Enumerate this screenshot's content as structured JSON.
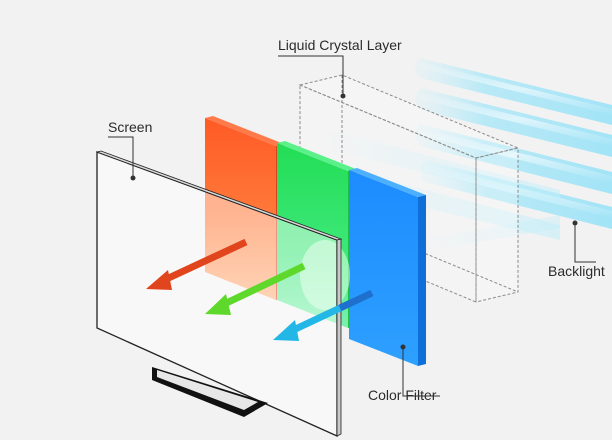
{
  "labels": {
    "liquid_crystal_layer": "Liquid Crystal Layer",
    "screen": "Screen",
    "backlight": "Backlight",
    "color_filter": "Color Filter"
  },
  "colors": {
    "background": "#f2f2f2",
    "filter_red": "#ff5a2a",
    "filter_green": "#28e05a",
    "filter_blue": "#1e90ff",
    "arrow_red": "#e0451d",
    "arrow_green": "#5ed82a",
    "arrow_cyan": "#22b7e6",
    "backlight_tube": "#9fe4f7",
    "leader_line": "#333333",
    "stand": "#1a1a1a"
  }
}
